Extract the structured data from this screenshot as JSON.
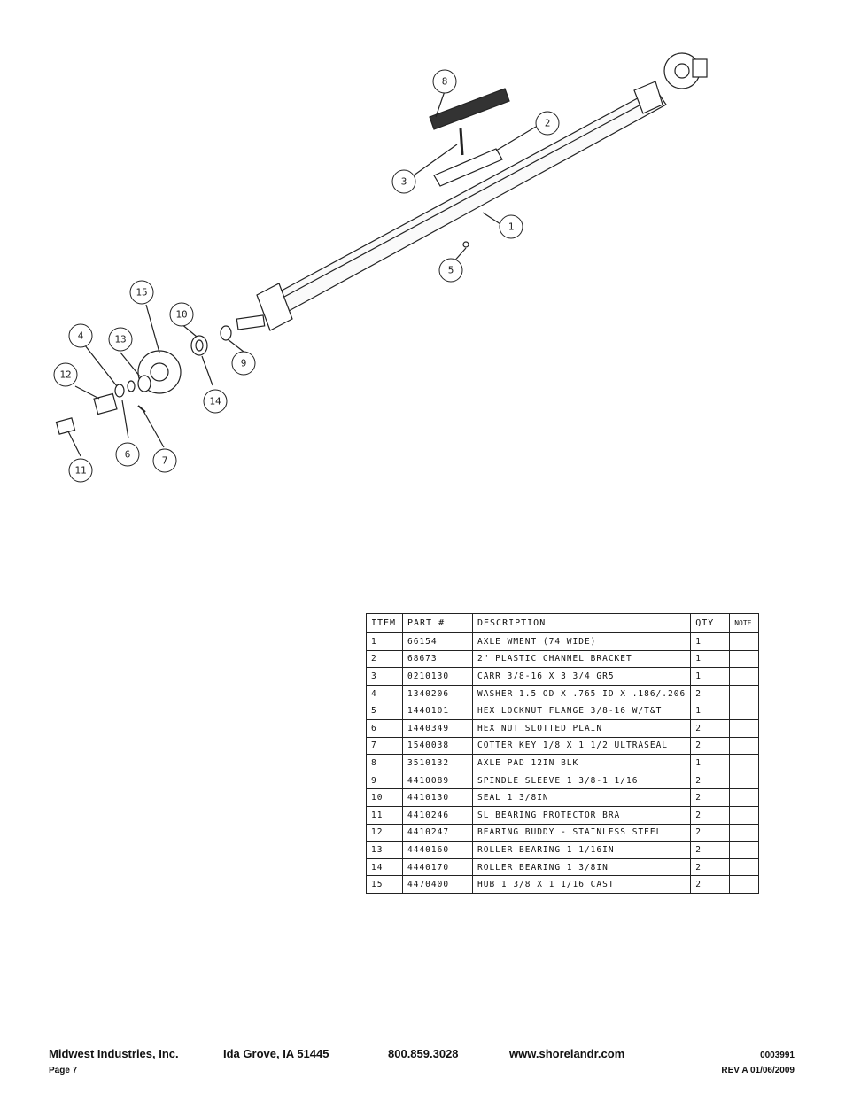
{
  "callouts": [
    {
      "n": "8"
    },
    {
      "n": "2"
    },
    {
      "n": "3"
    },
    {
      "n": "1"
    },
    {
      "n": "5"
    },
    {
      "n": "15"
    },
    {
      "n": "10"
    },
    {
      "n": "4"
    },
    {
      "n": "13"
    },
    {
      "n": "12"
    },
    {
      "n": "9"
    },
    {
      "n": "14"
    },
    {
      "n": "6"
    },
    {
      "n": "7"
    },
    {
      "n": "11"
    }
  ],
  "table": {
    "headers": [
      "ITEM",
      "PART #",
      "DESCRIPTION",
      "QTY",
      "NOTE"
    ],
    "rows": [
      {
        "item": "1",
        "part": "66154",
        "desc": "AXLE WMENT (74 WIDE)",
        "qty": "1",
        "note": ""
      },
      {
        "item": "2",
        "part": "68673",
        "desc": "2\" PLASTIC CHANNEL BRACKET",
        "qty": "1",
        "note": ""
      },
      {
        "item": "3",
        "part": "0210130",
        "desc": "CARR 3/8-16 X 3 3/4 GR5",
        "qty": "1",
        "note": ""
      },
      {
        "item": "4",
        "part": "1340206",
        "desc": "WASHER 1.5 OD X .765 ID X .186/.206",
        "qty": "2",
        "note": ""
      },
      {
        "item": "5",
        "part": "1440101",
        "desc": "HEX LOCKNUT FLANGE 3/8-16 W/T&T",
        "qty": "1",
        "note": ""
      },
      {
        "item": "6",
        "part": "1440349",
        "desc": "HEX NUT SLOTTED PLAIN",
        "qty": "2",
        "note": ""
      },
      {
        "item": "7",
        "part": "1540038",
        "desc": "COTTER KEY 1/8 X 1 1/2 ULTRASEAL",
        "qty": "2",
        "note": ""
      },
      {
        "item": "8",
        "part": "3510132",
        "desc": "AXLE PAD 12IN BLK",
        "qty": "1",
        "note": ""
      },
      {
        "item": "9",
        "part": "4410089",
        "desc": "SPINDLE SLEEVE 1 3/8-1 1/16",
        "qty": "2",
        "note": ""
      },
      {
        "item": "10",
        "part": "4410130",
        "desc": "SEAL 1 3/8IN",
        "qty": "2",
        "note": ""
      },
      {
        "item": "11",
        "part": "4410246",
        "desc": "SL BEARING PROTECTOR BRA",
        "qty": "2",
        "note": ""
      },
      {
        "item": "12",
        "part": "4410247",
        "desc": "BEARING BUDDY - STAINLESS STEEL",
        "qty": "2",
        "note": ""
      },
      {
        "item": "13",
        "part": "4440160",
        "desc": "ROLLER BEARING 1 1/16IN",
        "qty": "2",
        "note": ""
      },
      {
        "item": "14",
        "part": "4440170",
        "desc": "ROLLER BEARING 1 3/8IN",
        "qty": "2",
        "note": ""
      },
      {
        "item": "15",
        "part": "4470400",
        "desc": "HUB 1 3/8 X 1 1/16 CAST",
        "qty": "2",
        "note": ""
      }
    ]
  },
  "footer": {
    "company": "Midwest Industries, Inc.",
    "city": "Ida Grove, IA  51445",
    "phone": "800.859.3028",
    "website": "www.shorelandr.com",
    "doc_number": "0003991",
    "page": "Page 7",
    "revision": "REV A  01/06/2009"
  }
}
